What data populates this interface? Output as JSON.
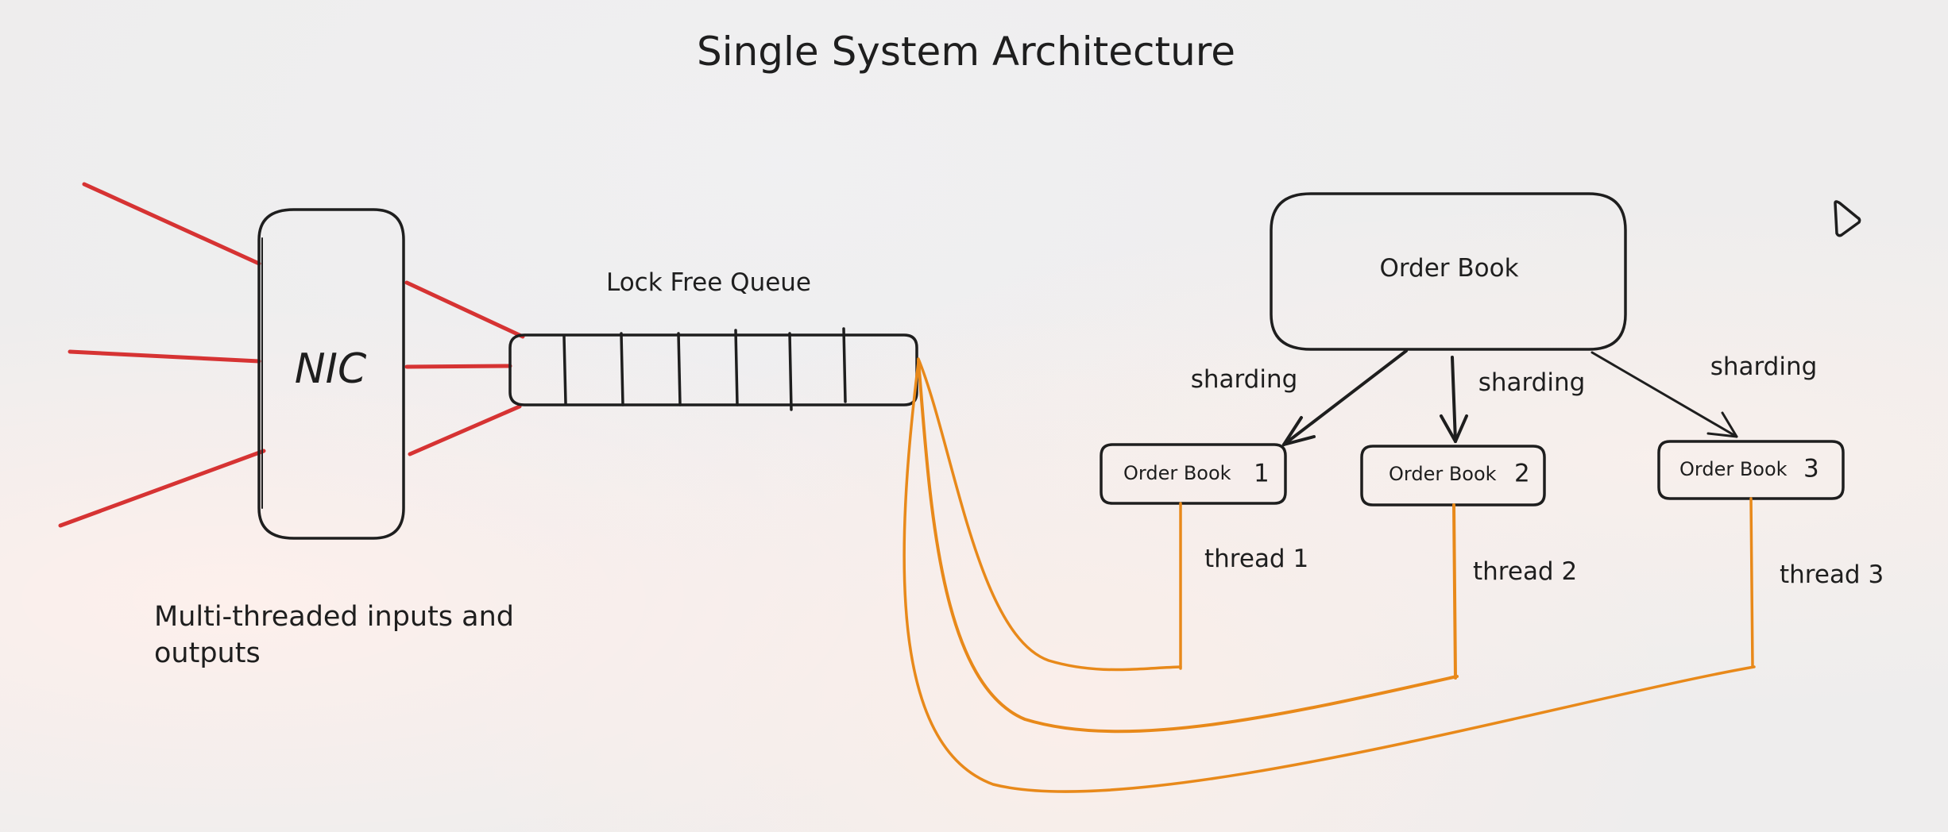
{
  "title": "Single System Architecture",
  "nic_label": "NIC",
  "queue_label": "Lock Free Queue",
  "note_lines": [
    "Multi-threaded inputs and",
    "outputs"
  ],
  "main_book_label": "Order Book",
  "shards": [
    {
      "label": "Order Book",
      "index": "1",
      "edge_label": "sharding",
      "thread_label": "thread 1"
    },
    {
      "label": "Order Book",
      "index": "2",
      "edge_label": "sharding",
      "thread_label": "thread 2"
    },
    {
      "label": "Order Book",
      "index": "3",
      "edge_label": "sharding",
      "thread_label": "thread 3"
    }
  ],
  "colors": {
    "ink": "#1e1e1e",
    "input_lines": "#d63333",
    "thread_lines": "#e8891a"
  },
  "icons": [
    "cursor-pointer-icon"
  ]
}
